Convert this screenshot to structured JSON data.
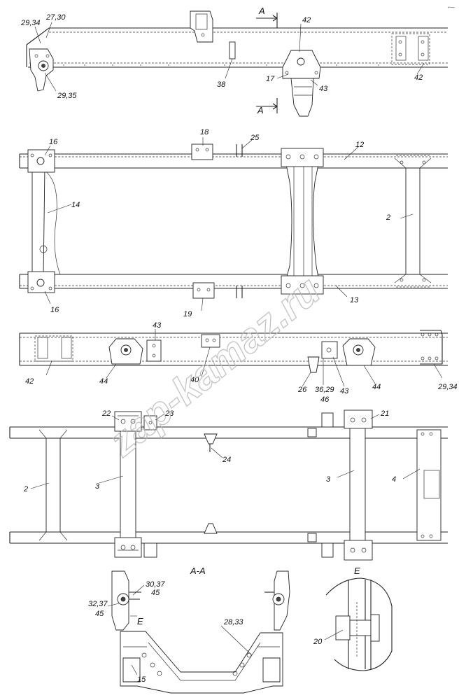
{
  "watermark": "zap-kamaz.ru",
  "corner_mark": "⌐—",
  "section_marks": {
    "aa_top": "А",
    "aa_bottom": "А",
    "section_aa_title": "А-А",
    "detail_e_title": "Е",
    "detail_e_mark": "Е"
  },
  "callouts": {
    "view1": [
      "29,34",
      "27,30",
      "29,35",
      "38",
      "42",
      "17",
      "43",
      "42"
    ],
    "view2": [
      "16",
      "16",
      "14",
      "18",
      "19",
      "25",
      "12",
      "13",
      "2"
    ],
    "view3": [
      "43",
      "42",
      "44",
      "40",
      "26",
      "36,29",
      "46",
      "43",
      "44",
      "29,34"
    ],
    "view4": [
      "22",
      "23",
      "24",
      "21",
      "2",
      "3",
      "3",
      "4"
    ],
    "view5": [
      "30,37",
      "45",
      "32,37",
      "45",
      "28,33",
      "15",
      "20"
    ]
  },
  "colors": {
    "line": "#222222",
    "watermark": "#b9b9b9",
    "background": "#ffffff"
  }
}
